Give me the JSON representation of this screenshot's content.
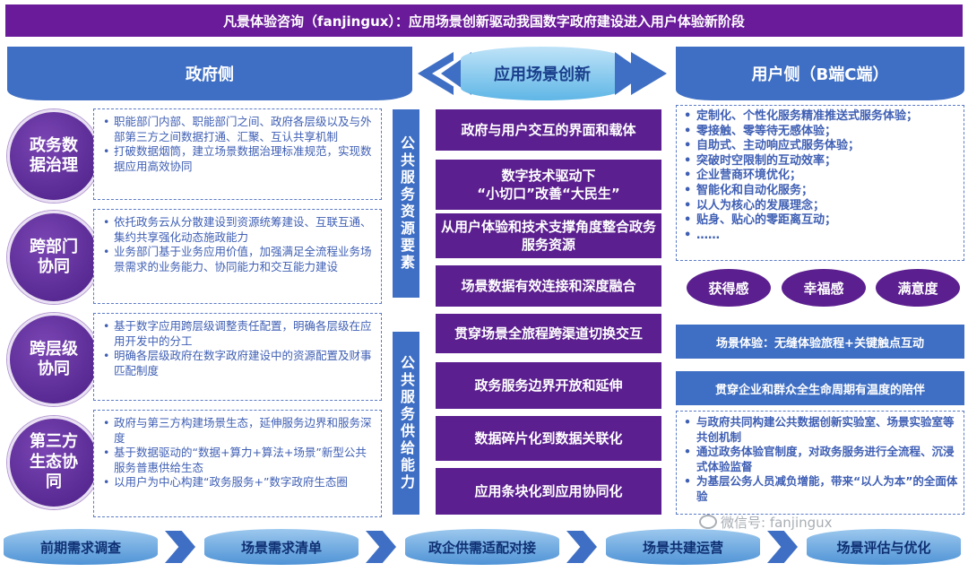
{
  "title": "凡景体验咨询（fanjingux）：应用场景创新驱动我国数字政府建设进入用户体验新阶段",
  "headers": {
    "gov": "政府侧",
    "center": "应用场景创新",
    "user": "用户侧（B端C端）"
  },
  "gov_rows": [
    {
      "circle": "政务数据治理",
      "items": [
        "职能部门内部、职能部门之间、政府各层级以及与外部第三方之间数据打通、汇聚、互认共享机制",
        "打破数据烟筒，建立场景数据治理标准规范，实现数据应用高效协同"
      ]
    },
    {
      "circle": "跨部门协同",
      "items": [
        "依托政务云从分散建设到资源统筹建设、互联互通、集约共享强化动态施政能力",
        "业务部门基于业务应用价值，加强满足全流程业务场景需求的业务能力、协同能力和交互能力建设"
      ]
    },
    {
      "circle": "跨层级协同",
      "items": [
        "基于数字应用跨层级调整责任配置，明确各层级在应用开发中的分工",
        "明确各层级政府在数字政府建设中的资源配置及财事匹配制度"
      ]
    },
    {
      "circle": "第三方生态协同",
      "items": [
        "政府与第三方构建场景生态，延伸服务边界和服务深度",
        "基于数据驱动的“数据+算力+算法+场景”新型公共服务普惠供给生态",
        "以用户为中心构建“政务服务+”数字政府生态圈"
      ]
    }
  ],
  "vertical_labels": [
    "公共服务资源要素",
    "公共服务供给能力"
  ],
  "center_boxes": [
    "政府与用户交互的界面和载体",
    "数字技术驱动下\n“小切口”改善“大民生”",
    "从用户体验和技术支撑角度整合政务服务资源",
    "场景数据有效连接和深度融合",
    "贯穿场景全旅程跨渠道切换交互",
    "政务服务边界开放和延伸",
    "数据碎片化到数据关联化",
    "应用条块化到应用协同化"
  ],
  "user_list": [
    "定制化、个性化服务精准推送式服务体验；",
    "零接触、零等待无感体验；",
    "自助式、主动响应式服务体验；",
    "突破时空限制的互动效率；",
    "企业营商环境优化；",
    "智能化和自动化服务；",
    "以人为核心的发展理念；",
    "贴身、贴心的零距离互动；",
    "……"
  ],
  "ovals": [
    "获得感",
    "幸福感",
    "满意度"
  ],
  "blue_bars": [
    "场景体验：无缝体验旅程+关键触点互动",
    "贯穿企业和群众全生命周期有温度的陪伴"
  ],
  "user_bottom": [
    "与政府共同构建公共数据创新实验室、场景实验室等共创机制",
    "通过政务体验官制度，对政务服务进行全流程、沉浸式体验监督",
    "为基层公务人员减负增能，带来“以人为本”的全面体验"
  ],
  "steps": [
    "前期需求调查",
    "场景需求清单",
    "政企供需适配对接",
    "场景共建运营",
    "场景评估与优化"
  ],
  "watermark": "微信号: fanjingux",
  "colors": {
    "purple": "#5b1f8f",
    "blue": "#3f6fc4",
    "light_blue": "#5fb6e6"
  }
}
